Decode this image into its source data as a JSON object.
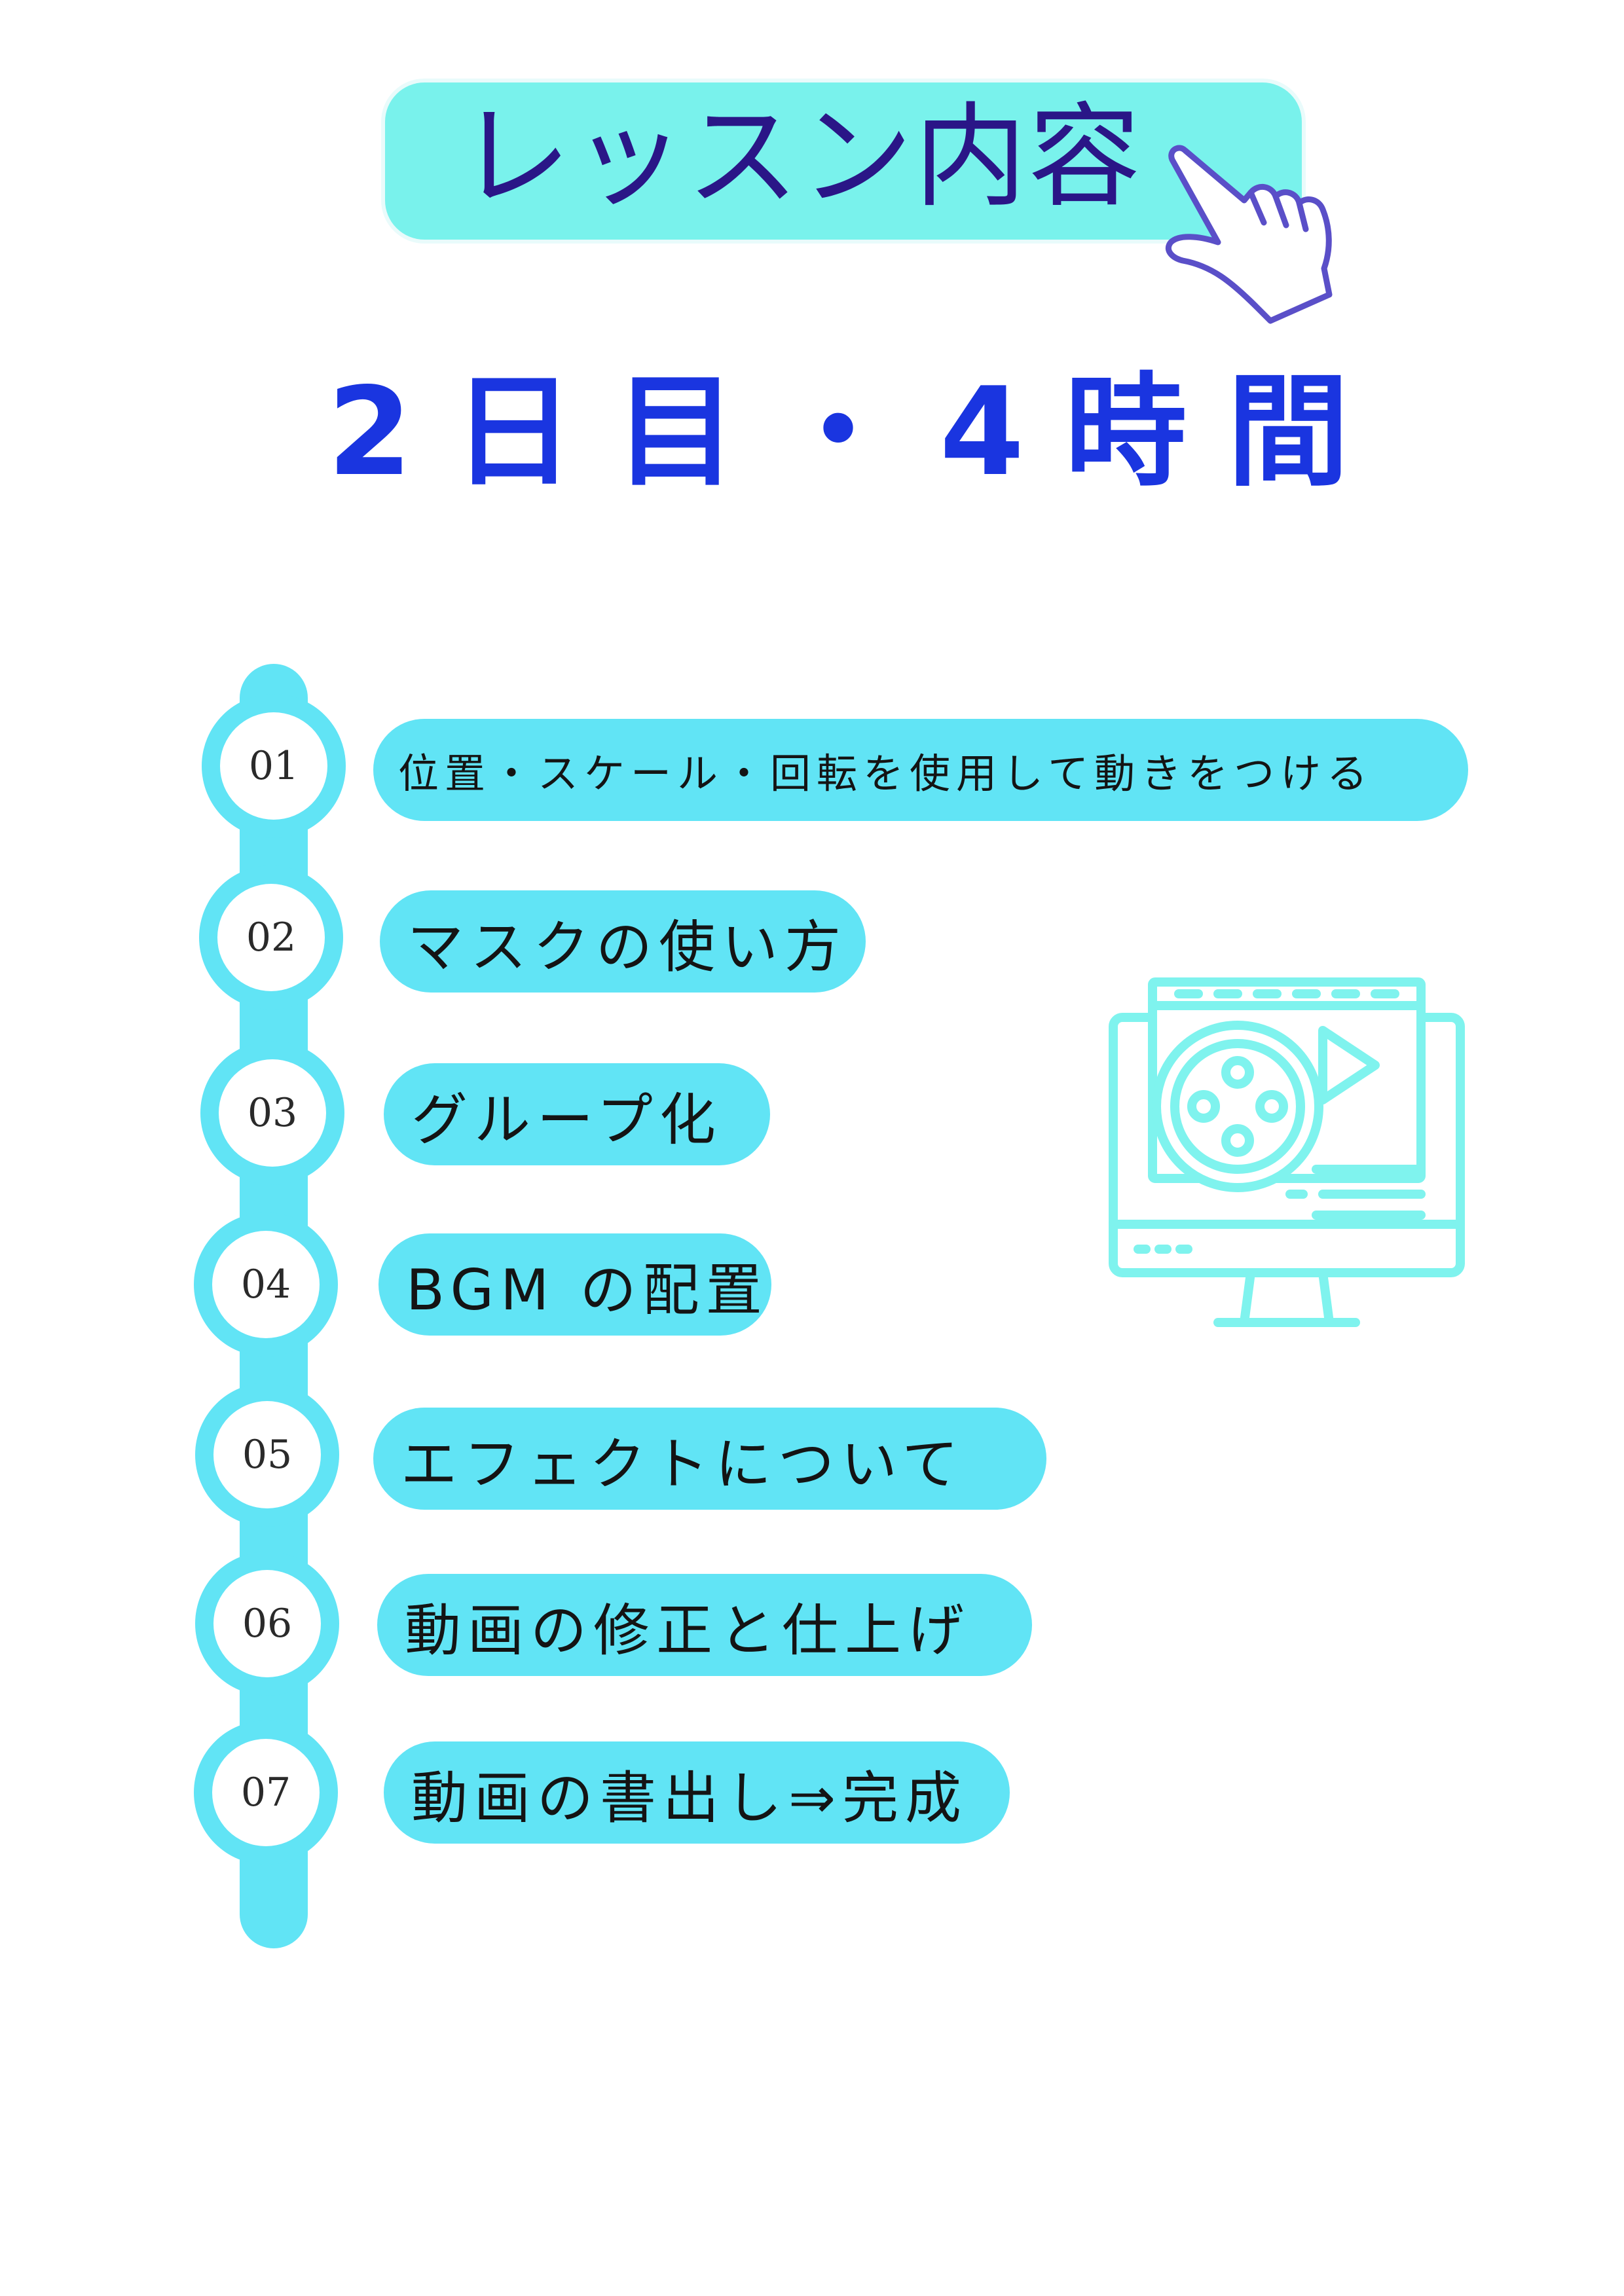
{
  "header": {
    "title": "レッスン内容",
    "icon": "pointing-hand-icon"
  },
  "subtitle": {
    "parts": [
      "2",
      "日",
      "目",
      "・",
      "4",
      "時",
      "間"
    ]
  },
  "steps": [
    {
      "number": "01",
      "label": "位置・スケール・回転を使用して動きをつける"
    },
    {
      "number": "02",
      "label": "マスクの使い方"
    },
    {
      "number": "03",
      "label": "グループ化"
    },
    {
      "number": "04",
      "label": "BGM の配置"
    },
    {
      "number": "05",
      "label": "エフェクトについて"
    },
    {
      "number": "06",
      "label": "動画の修正と仕上げ"
    },
    {
      "number": "07",
      "label": "動画の書出し⇒完成"
    }
  ],
  "illustration": {
    "icon": "video-editing-monitor-icon"
  },
  "colors": {
    "title_bg": "#79f2ec",
    "title_text": "#2a1687",
    "subtitle_text": "#1a35e0",
    "accent": "#61e4f5",
    "illustration_line": "#7ff3ee",
    "hand_outline": "#5a4fc8"
  }
}
